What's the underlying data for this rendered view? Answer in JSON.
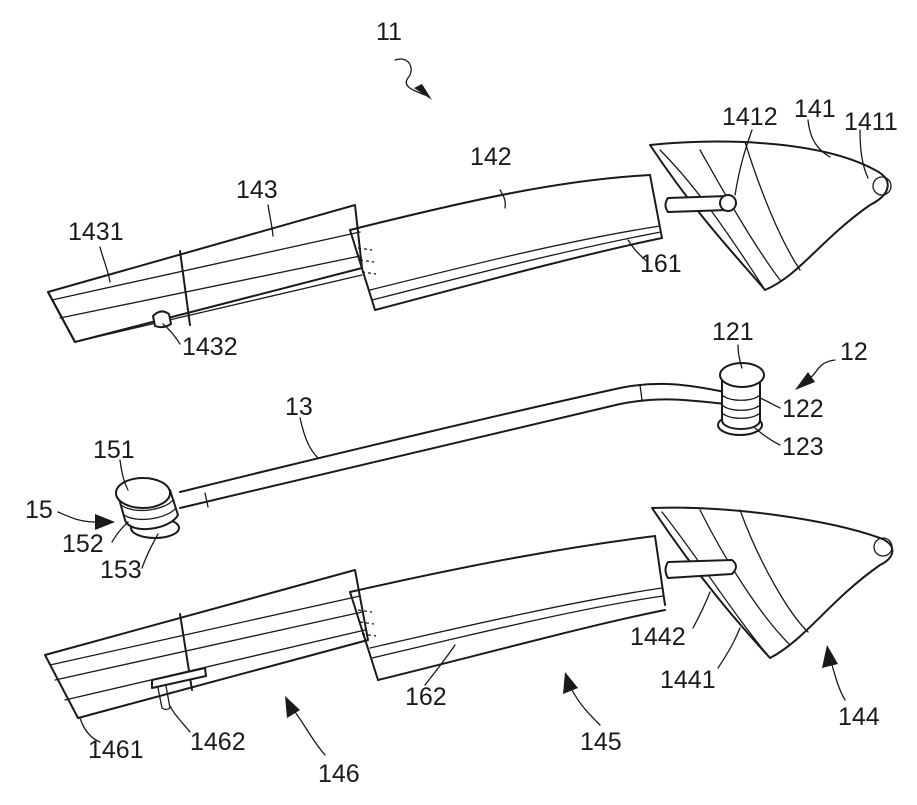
{
  "figure": {
    "labels": {
      "l11": "11",
      "l12": "12",
      "l13": "13",
      "l15": "15",
      "l121": "121",
      "l122": "122",
      "l123": "123",
      "l141": "141",
      "l142": "142",
      "l143": "143",
      "l144": "144",
      "l145": "145",
      "l146": "146",
      "l151": "151",
      "l152": "152",
      "l153": "153",
      "l161": "161",
      "l162": "162",
      "l1411": "1411",
      "l1412": "1412",
      "l1431": "1431",
      "l1432": "1432",
      "l1441": "1441",
      "l1442": "1442",
      "l1461": "1461",
      "l1462": "1462"
    }
  }
}
